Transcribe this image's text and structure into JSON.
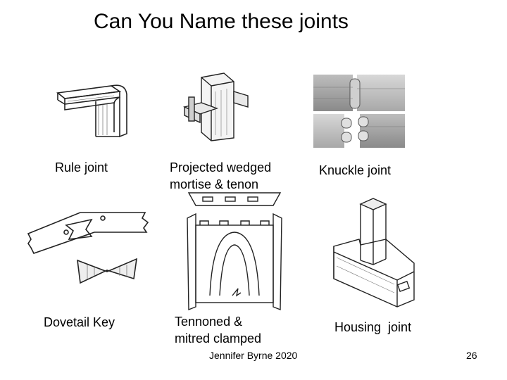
{
  "slide": {
    "title": "Can You Name these joints",
    "footer": "Jennifer Byrne 2020",
    "page_number": "26",
    "labels": {
      "rule": "Rule joint",
      "projected_line1": "Projected wedged",
      "projected_line2": "mortise & tenon",
      "knuckle": "Knuckle joint",
      "dovetail": "Dovetail Key",
      "tennoned_line1": "Tennoned &",
      "tennoned_line2": "mitred clamped",
      "housing": "Housing  joint"
    }
  }
}
